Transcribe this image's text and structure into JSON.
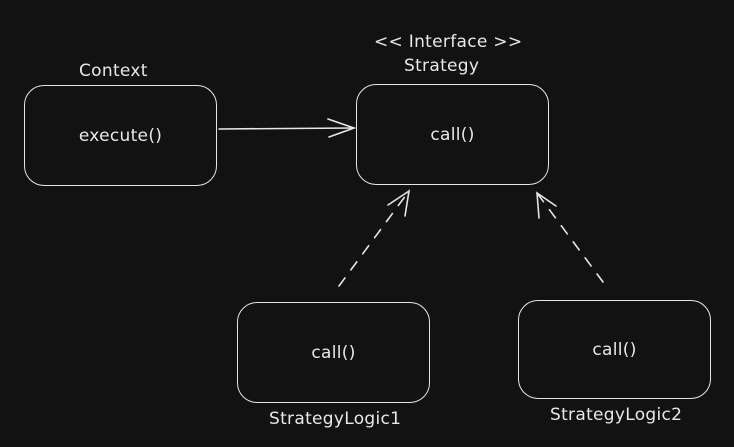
{
  "diagram": {
    "context": {
      "name": "Context",
      "method": "execute()"
    },
    "strategy": {
      "stereotype": "<< Interface >>",
      "name": "Strategy",
      "method": "call()"
    },
    "logic1": {
      "name": "StrategyLogic1",
      "method": "call()"
    },
    "logic2": {
      "name": "StrategyLogic2",
      "method": "call()"
    },
    "colors": {
      "background": "#121212",
      "stroke": "#e6e6e6",
      "text": "#e8e8e8"
    }
  }
}
